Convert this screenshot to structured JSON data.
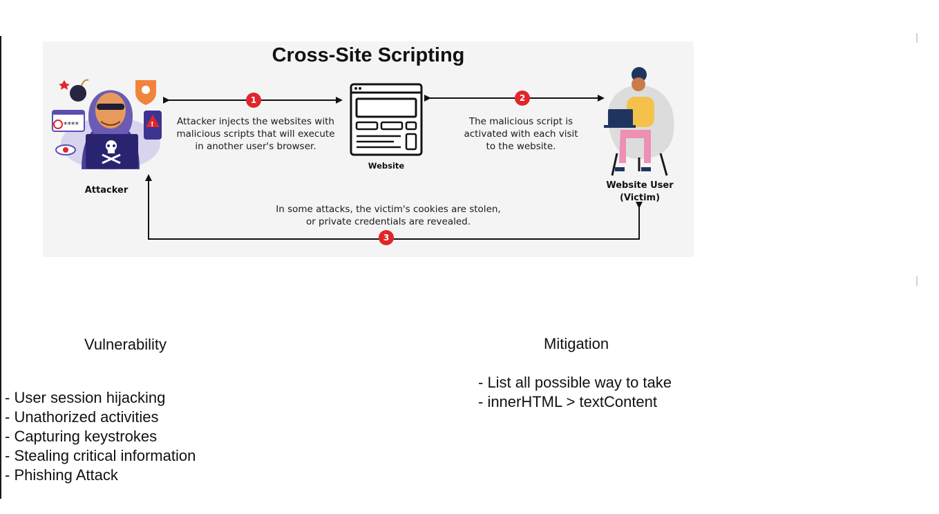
{
  "diagram": {
    "title": "Cross-Site Scripting",
    "attacker_label": "Attacker",
    "website_label": "Website",
    "victim_label_line1": "Website User",
    "victim_label_line2": "(Victim)",
    "steps": [
      {
        "number": "1",
        "text_lines": [
          "Attacker injects the websites with",
          "malicious scripts that will execute",
          "in another user's browser."
        ]
      },
      {
        "number": "2",
        "text_lines": [
          "The malicious script is",
          "activated with each visit",
          "to the website."
        ]
      },
      {
        "number": "3",
        "text_lines": [
          "In some attacks, the victim's cookies are stolen,",
          "or private credentials are revealed."
        ]
      }
    ],
    "colors": {
      "badge": "#e0262b",
      "panel": "#f4f4f4",
      "hood": "#6a5bb5",
      "victim_shirt": "#f4c24a",
      "victim_pants": "#ee8fb5"
    }
  },
  "vulnerability": {
    "heading": "Vulnerability",
    "items": [
      "- User session hijacking",
      "- Unathorized activities",
      "- Capturing keystrokes",
      "- Stealing critical information",
      "- Phishing Attack"
    ]
  },
  "mitigation": {
    "heading": "Mitigation",
    "items": [
      "- List all possible way to take",
      "- innerHTML > textContent"
    ]
  }
}
